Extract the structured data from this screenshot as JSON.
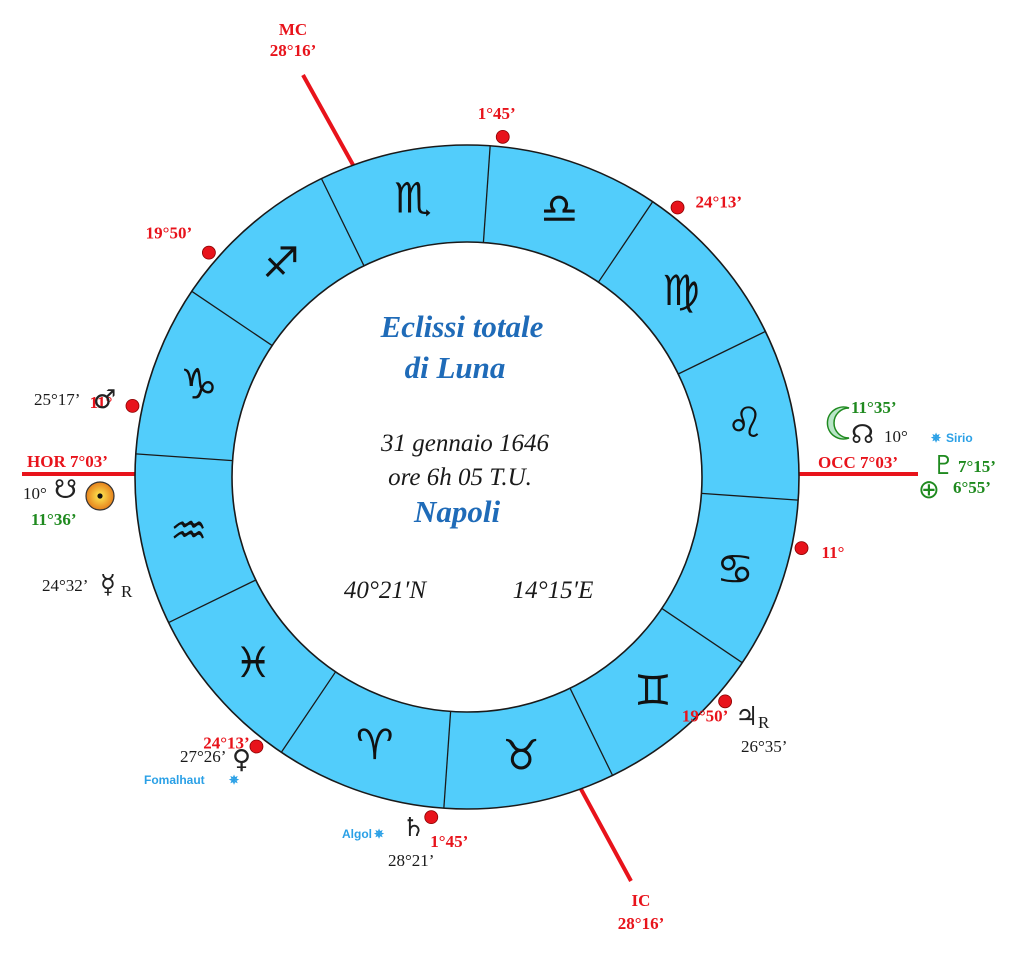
{
  "title": {
    "line1": "Eclissi totale",
    "line2": "di Luna"
  },
  "info": {
    "date": "31 gennaio 1646",
    "time": "ore 6h 05 T.U.",
    "place": "Napoli",
    "lat": "40°21′N",
    "lon": "14°15′E"
  },
  "axes": {
    "mc": {
      "name": "MC",
      "deg": "28°16’"
    },
    "ic": {
      "name": "IC",
      "deg": "28°16’"
    },
    "hor": "HOR 7°03’",
    "occ": "OCC  7°03’"
  },
  "cusps": [
    {
      "label": "1°45’",
      "angle": 84
    },
    {
      "label": "24°13’",
      "angle": 52
    },
    {
      "label": "11°",
      "angle": -12
    },
    {
      "label": "19°50’",
      "angle": -41
    },
    {
      "label": "1°45’",
      "angle": -96
    },
    {
      "label": "24°13’",
      "angle": -128
    },
    {
      "label": "11°",
      "angle": 168
    },
    {
      "label": "19°50’",
      "angle": 139
    }
  ],
  "signs": [
    {
      "name": "libra",
      "glyph": "♎"
    },
    {
      "name": "virgo",
      "glyph": "♍"
    },
    {
      "name": "leo",
      "glyph": "♌"
    },
    {
      "name": "cancer",
      "glyph": "♋"
    },
    {
      "name": "gemini",
      "glyph": "♊"
    },
    {
      "name": "taurus",
      "glyph": "♉"
    },
    {
      "name": "aries",
      "glyph": "♈"
    },
    {
      "name": "pisces",
      "glyph": "♓"
    },
    {
      "name": "aquarius",
      "glyph": "♒"
    },
    {
      "name": "capricorn",
      "glyph": "♑"
    },
    {
      "name": "sagittarius",
      "glyph": "♐"
    },
    {
      "name": "scorpio",
      "glyph": "♏"
    }
  ],
  "planets": {
    "mars": {
      "glyph": "♂",
      "deg": "25°17’"
    },
    "mercury": {
      "glyph": "☿",
      "deg": "24°32’",
      "retro": "R"
    },
    "sun": {
      "deg": "11°36’"
    },
    "south_node": {
      "glyph": "☋",
      "deg": "10°"
    },
    "moon": {
      "glyph": "☾",
      "deg": "11°35’"
    },
    "north_node": {
      "glyph": "☊",
      "deg": "10°"
    },
    "pluto": {
      "glyph": "♇",
      "deg": "7°15’"
    },
    "earth": {
      "glyph": "⊕",
      "deg": "6°55’"
    },
    "jupiter": {
      "glyph": "♃",
      "deg": "26°35’",
      "retro": "R"
    },
    "venus": {
      "glyph": "♀",
      "deg": "27°26’"
    },
    "saturn": {
      "glyph": "♄",
      "deg": "28°21’"
    }
  },
  "stars": {
    "sirio": "Sirio",
    "fomalhaut": "Fomalhaut",
    "algol": "Algol",
    "glyph": "✵"
  },
  "colors": {
    "ring": "#52cdfb",
    "axis": "#e8131b",
    "title": "#1f6bb8",
    "green": "#1f8a1f",
    "star": "#2aa0e6"
  }
}
